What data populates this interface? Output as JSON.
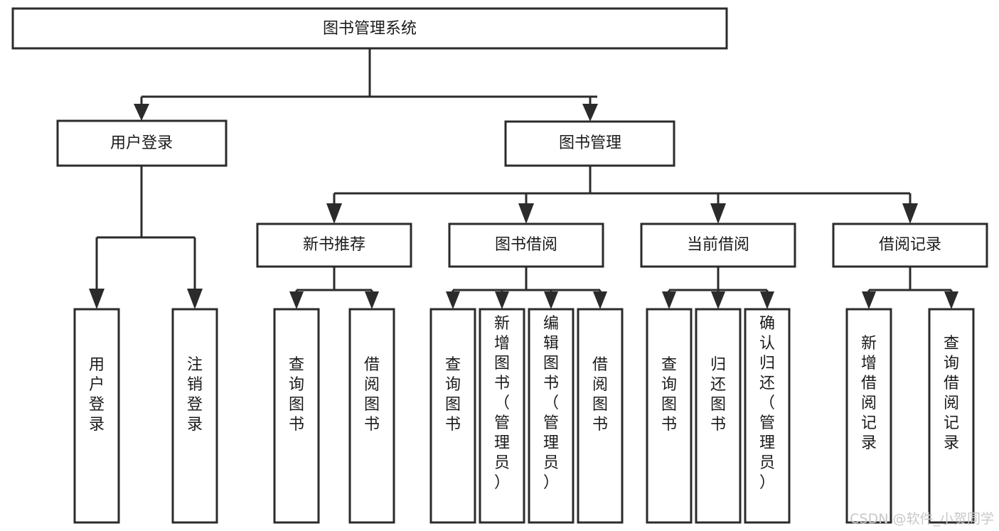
{
  "diagram": {
    "title": "图书管理系统",
    "type": "tree-hierarchy-chart",
    "levels": 4,
    "colors": {
      "box_fill": "#ffffff",
      "box_stroke": "#2b2b2b",
      "text": "#1b1b1b",
      "watermark": "#c8c8c8",
      "background": "#ffffff"
    }
  },
  "nodes": {
    "root": {
      "label": "图书管理系统"
    },
    "level2": [
      {
        "label": "用户登录"
      },
      {
        "label": "图书管理"
      }
    ],
    "level3": [
      {
        "label": "新书推荐"
      },
      {
        "label": "图书借阅"
      },
      {
        "label": "当前借阅"
      },
      {
        "label": "借阅记录"
      }
    ],
    "leaves_user_login": [
      {
        "label": "用户登录"
      },
      {
        "label": "注销登录"
      }
    ],
    "leaves_new_book": [
      {
        "label": "查询图书"
      },
      {
        "label": "借阅图书"
      }
    ],
    "leaves_borrow": [
      {
        "label": "查询图书"
      },
      {
        "label": "新增图书（管理员）"
      },
      {
        "label": "编辑图书（管理员）"
      },
      {
        "label": "借阅图书"
      }
    ],
    "leaves_current": [
      {
        "label": "查询图书"
      },
      {
        "label": "归还图书"
      },
      {
        "label": "确认归还（管理员）"
      }
    ],
    "leaves_record": [
      {
        "label": "新增借阅记录"
      },
      {
        "label": "查询借阅记录"
      }
    ]
  },
  "watermark": {
    "text": "CSDN @软件_小贺同学"
  }
}
